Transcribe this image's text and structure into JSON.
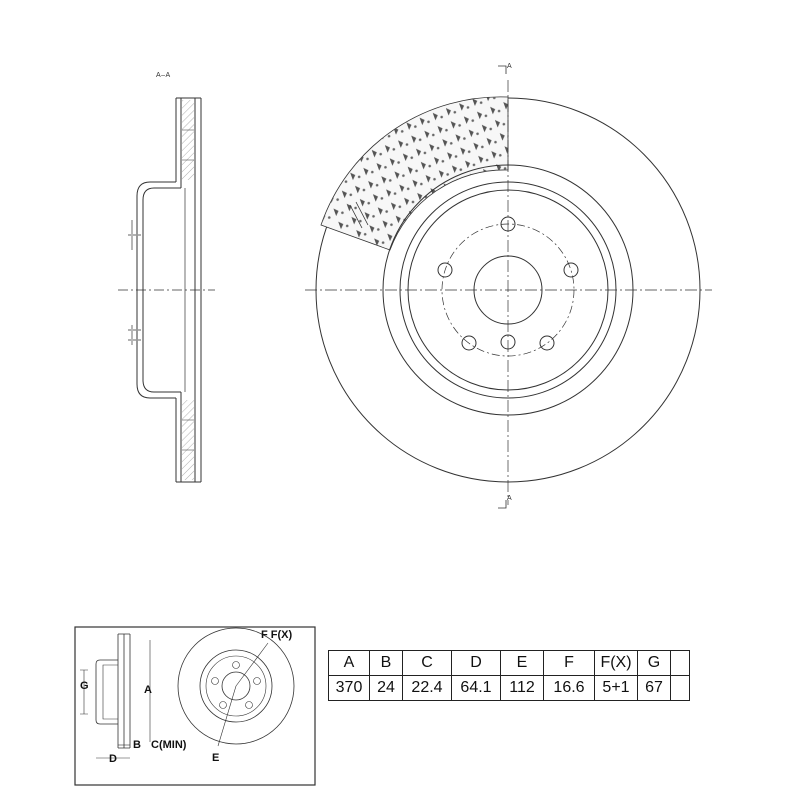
{
  "drawing": {
    "section_label": "A–A",
    "cut_marker_top": "A",
    "cut_marker_bottom": "A"
  },
  "key_view": {
    "labels": {
      "a": "A",
      "b": "B",
      "c_min": "C(MIN)",
      "d": "D",
      "e": "E",
      "f_fx": "F F(X)",
      "g": "G"
    }
  },
  "spec_table": {
    "headers": [
      "A",
      "B",
      "C",
      "D",
      "E",
      "F",
      "F(X)",
      "G",
      ""
    ],
    "values": [
      "370",
      "24",
      "22.4",
      "64.1",
      "112",
      "16.6",
      "5+1",
      "67",
      ""
    ]
  },
  "colors": {
    "line": "#333333",
    "hatch": "#555555"
  }
}
